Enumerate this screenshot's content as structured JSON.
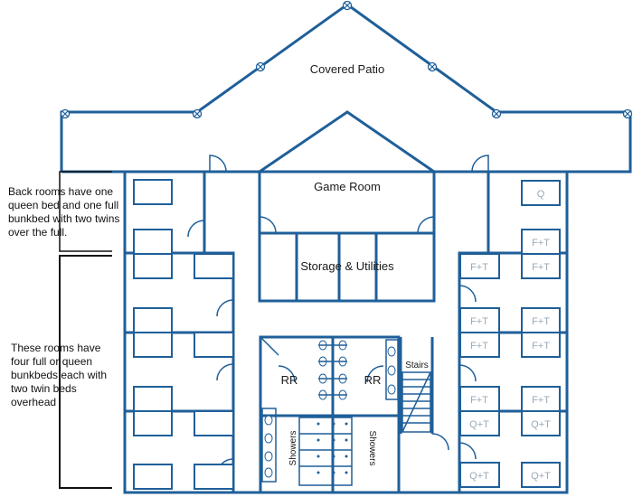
{
  "rooms": {
    "patio": "Covered Patio",
    "game_room": "Game Room",
    "storage": "Storage & Utilities",
    "restroom": "RR",
    "showers": "Showers",
    "stairs": "Stairs"
  },
  "bed_labels": {
    "queen": "Q",
    "full_twin": "F+T",
    "queen_twin": "Q+T"
  },
  "notes": {
    "back_rooms": "Back rooms have one queen bed and one full bunkbed with two twins over the full.",
    "main_rooms": "These rooms have four full or queen bunkbeds each with two twin beds overhead"
  },
  "colors": {
    "wall": "#1f5f99",
    "bed_label": "#9aaab8"
  }
}
